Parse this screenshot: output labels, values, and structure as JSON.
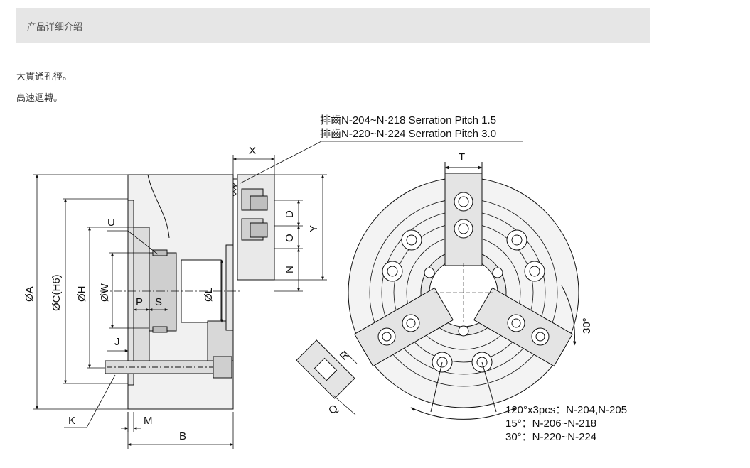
{
  "header": {
    "title": "产品详细介绍"
  },
  "features": [
    "大貫通孔徑。",
    "高速迴轉。"
  ],
  "drawing": {
    "serration_note_1": "排齒N-204~N-218 Serration Pitch 1.5",
    "serration_note_2": "排齒N-220~N-224 Serration Pitch 3.0",
    "dims": {
      "A": "ØA",
      "C": "ØC(H6)",
      "H": "ØH",
      "W": "ØW",
      "L": "ØL",
      "U": "U",
      "P": "P",
      "S": "S",
      "J": "J",
      "K": "K",
      "M": "M",
      "B": "B",
      "X": "X",
      "Y": "Y",
      "D": "D",
      "O": "O",
      "N": "N",
      "T": "T",
      "R": "R",
      "Q": "Q",
      "angle": "30°"
    },
    "bolt_notes": [
      "120°x3pcs：N-204,N-205",
      "15°：N-206~N-218",
      "30°：N-220~N-224"
    ]
  }
}
